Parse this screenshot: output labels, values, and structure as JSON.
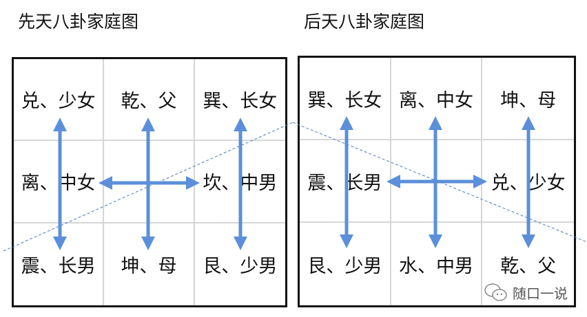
{
  "left": {
    "title": "先天八卦家庭图",
    "cells": [
      "兑、少女",
      "乾、父",
      "巽、长女",
      "离、中女",
      "",
      "坎、中男",
      "震、长男",
      "坤、母",
      "艮、少男"
    ]
  },
  "right": {
    "title": "后天八卦家庭图",
    "cells": [
      "巽、长女",
      "离、中女",
      "坤、母",
      "震、长男",
      "",
      "兑、少女",
      "艮、少男",
      "水、中男",
      "乾、父"
    ]
  },
  "arrow_color": "#5b8fd9",
  "watermark": {
    "text": "随口一说",
    "icon": "wechat-icon"
  }
}
